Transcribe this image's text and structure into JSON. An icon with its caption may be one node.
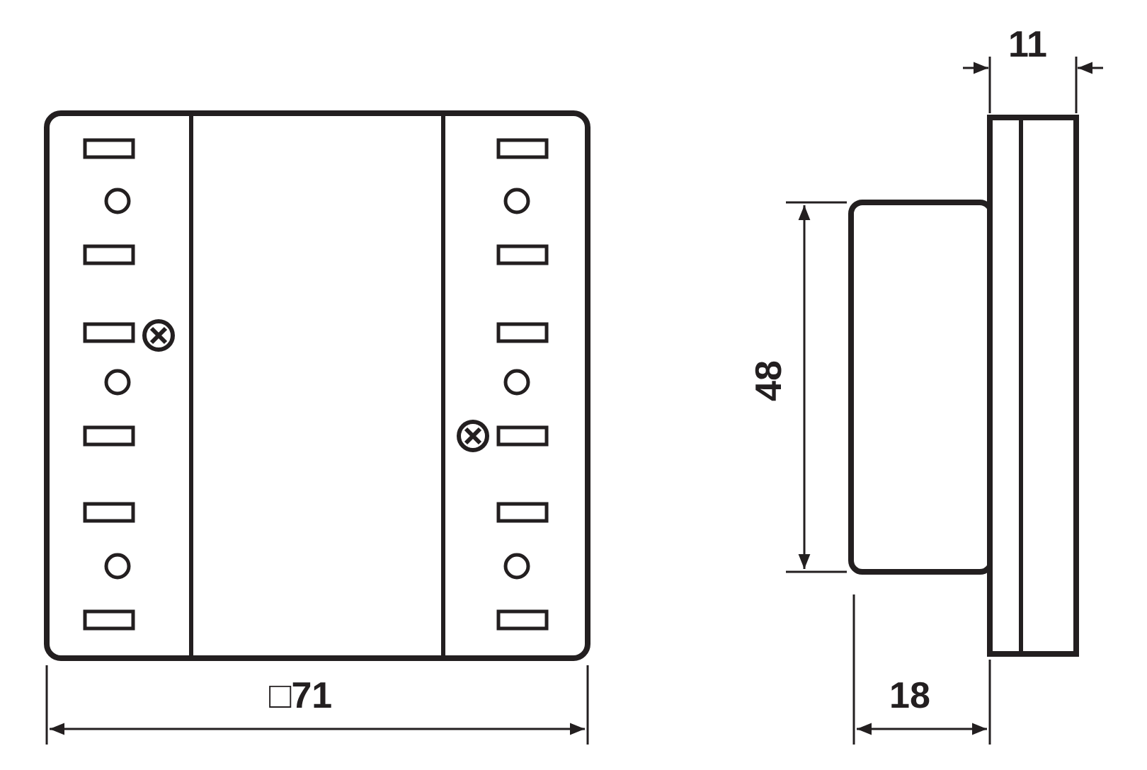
{
  "diagram": {
    "labels": [
      "11",
      "48",
      "□71",
      "18"
    ]
  }
}
